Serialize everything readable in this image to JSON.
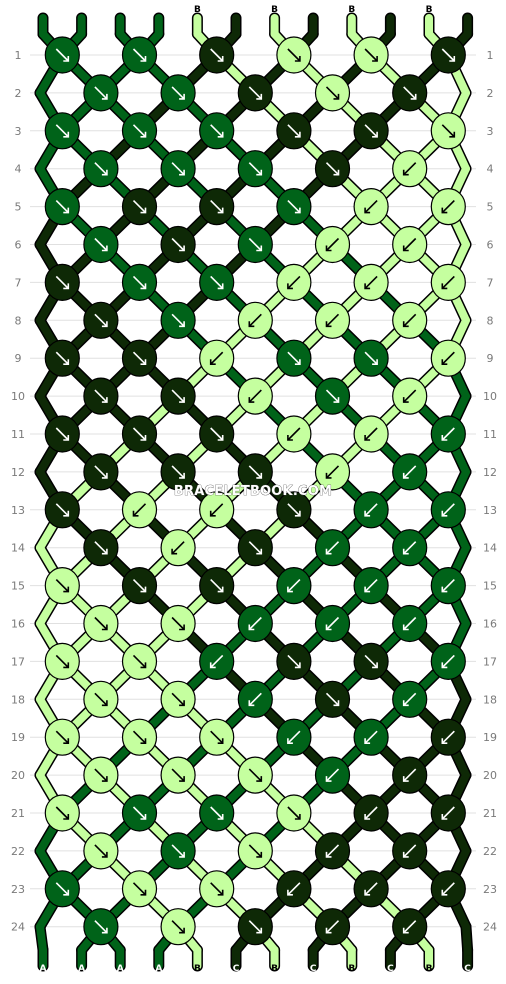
{
  "watermark": "BRACELETBOOK.COM",
  "colors": {
    "A": "#006319",
    "B": "#c5ff9f",
    "C": "#0e2906"
  },
  "strings_top": [
    "A",
    "A",
    "A",
    "A",
    "B",
    "C",
    "B",
    "C",
    "B",
    "C",
    "B",
    "C"
  ],
  "strings_bottom": [
    "A",
    "A",
    "A",
    "A",
    "B",
    "C",
    "B",
    "C",
    "B",
    "C",
    "B",
    "C"
  ],
  "row_labels": [
    "1",
    "2",
    "3",
    "4",
    "5",
    "6",
    "7",
    "8",
    "9",
    "10",
    "11",
    "12",
    "13",
    "14",
    "15",
    "16",
    "17",
    "18",
    "19",
    "20",
    "21",
    "22",
    "23",
    "24"
  ],
  "knots": [
    [
      "A↘",
      "A↘",
      "C↘",
      "B↘",
      "B↘",
      "C↘"
    ],
    [
      "A↘",
      "A↘",
      "C↘",
      "B↘",
      "C↘"
    ],
    [
      "A↘",
      "A↘",
      "A↘",
      "C↘",
      "C↘",
      "B↘"
    ],
    [
      "A↘",
      "A↘",
      "A↘",
      "C↘",
      "B↙"
    ],
    [
      "A↘",
      "C↘",
      "C↘",
      "A↘",
      "B↙",
      "B↙"
    ],
    [
      "A↘",
      "C↘",
      "A↘",
      "B↙",
      "B↙"
    ],
    [
      "C↘",
      "A↘",
      "A↘",
      "B↙",
      "B↙",
      "B↙"
    ],
    [
      "C↘",
      "A↘",
      "B↙",
      "B↙",
      "B↙"
    ],
    [
      "C↘",
      "C↘",
      "B↙",
      "A↘",
      "A↘",
      "B↙"
    ],
    [
      "C↘",
      "C↘",
      "B↙",
      "A↘",
      "B↙"
    ],
    [
      "C↘",
      "C↘",
      "C↘",
      "B↙",
      "B↙",
      "A↙"
    ],
    [
      "C↘",
      "C↘",
      "C↘",
      "B↙",
      "A↙"
    ],
    [
      "C↘",
      "B↙",
      "B↙",
      "C↘",
      "A↙",
      "A↙"
    ],
    [
      "C↘",
      "B↙",
      "C↘",
      "A↙",
      "A↙"
    ],
    [
      "B↘",
      "C↘",
      "C↘",
      "A↙",
      "A↙",
      "A↙"
    ],
    [
      "B↘",
      "B↘",
      "A↙",
      "A↙",
      "A↙"
    ],
    [
      "B↘",
      "B↘",
      "A↙",
      "C↘",
      "C↘",
      "A↙"
    ],
    [
      "B↘",
      "B↘",
      "A↙",
      "C↘",
      "A↙"
    ],
    [
      "B↘",
      "B↘",
      "B↘",
      "A↙",
      "A↙",
      "C↙"
    ],
    [
      "B↘",
      "B↘",
      "B↘",
      "A↙",
      "C↙"
    ],
    [
      "B↘",
      "A↘",
      "A↘",
      "B↘",
      "C↙",
      "C↙"
    ],
    [
      "B↘",
      "A↘",
      "B↘",
      "C↙",
      "C↙"
    ],
    [
      "A↘",
      "B↘",
      "B↘",
      "C↙",
      "C↙",
      "C↙"
    ],
    [
      "A↘",
      "B↘",
      "C↘",
      "C↙",
      "C↙"
    ]
  ]
}
